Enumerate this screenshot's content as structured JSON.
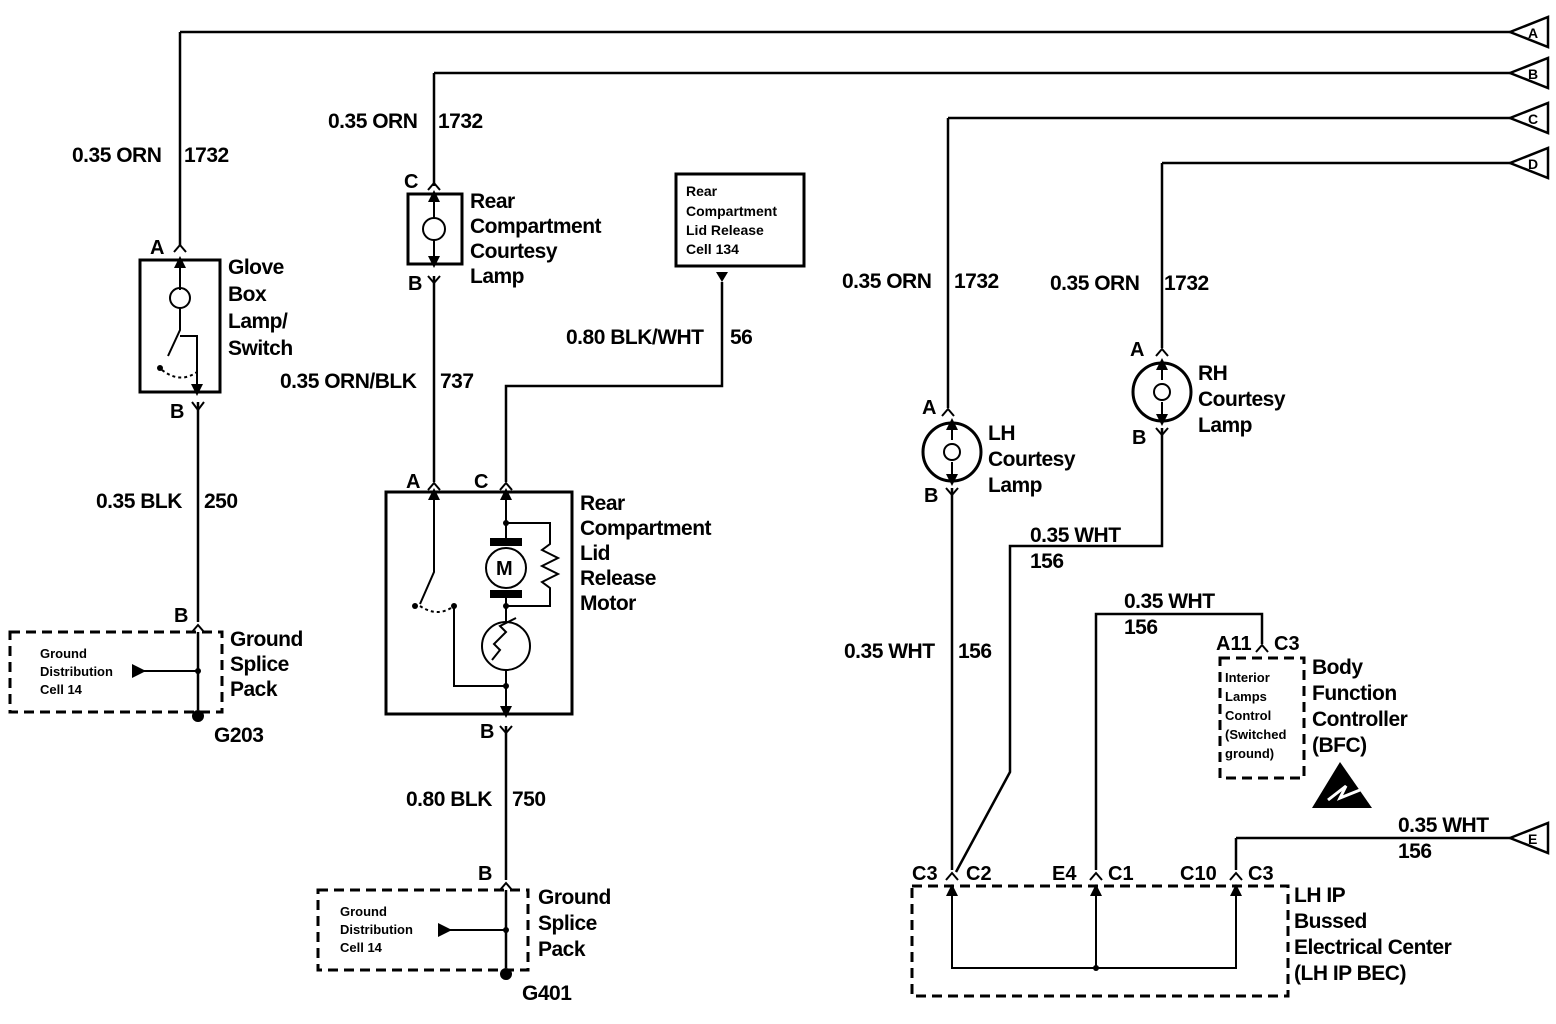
{
  "offpage": {
    "a": "A",
    "b": "B",
    "c": "C",
    "d": "D",
    "e": "E"
  },
  "wires": {
    "w1": "0.35 ORN",
    "n1": "1732",
    "w2": "0.35 ORN",
    "n2": "1732",
    "w3": "0.35 BLK",
    "n3": "250",
    "w4": "0.35 ORN/BLK",
    "n4": "737",
    "w5": "0.80 BLK/WHT",
    "n5": "56",
    "w6": "0.80 BLK",
    "n6": "750",
    "w7": "0.35 ORN",
    "n7": "1732",
    "w8": "0.35 ORN",
    "n8": "1732",
    "w9": "0.35 WHT",
    "n9": "156",
    "w10": "0.35 WHT",
    "n10": "156",
    "w11": "0.35 WHT",
    "n11": "156",
    "w12": "0.35 WHT",
    "n12": "156"
  },
  "components": {
    "glovebox": [
      "Glove",
      "Box",
      "Lamp/",
      "Switch"
    ],
    "rear_lamp": [
      "Rear",
      "Compartment",
      "Courtesy",
      "Lamp"
    ],
    "release_ref": [
      "Rear",
      "Compartment",
      "Lid Release",
      "Cell 134"
    ],
    "motor": [
      "Rear",
      "Compartment",
      "Lid",
      "Release",
      "Motor"
    ],
    "motor_symbol": "M",
    "splice1": [
      "Ground",
      "Splice",
      "Pack"
    ],
    "splice1_ref": [
      "Ground",
      "Distribution",
      "Cell 14"
    ],
    "g1": "G203",
    "splice2": [
      "Ground",
      "Splice",
      "Pack"
    ],
    "splice2_ref": [
      "Ground",
      "Distribution",
      "Cell 14"
    ],
    "g2": "G401",
    "lh_lamp": [
      "LH",
      "Courtesy",
      "Lamp"
    ],
    "rh_lamp": [
      "RH",
      "Courtesy",
      "Lamp"
    ],
    "bfc": [
      "Body",
      "Function",
      "Controller",
      "(BFC)"
    ],
    "bfc_inner": [
      "Interior",
      "Lamps",
      "Control",
      "(Switched",
      "ground)"
    ],
    "bec": [
      "LH IP",
      "Bussed",
      "Electrical Center",
      "(LH IP BEC)"
    ]
  },
  "pins": {
    "gb_a": "A",
    "gb_b": "B",
    "rl_c": "C",
    "rl_b": "B",
    "m_a": "A",
    "m_c": "C",
    "m_b": "B",
    "s1_b": "B",
    "s2_b": "B",
    "lh_a": "A",
    "lh_b": "B",
    "rh_a": "A",
    "rh_b": "B",
    "bfc_a11": "A11",
    "bfc_c3": "C3",
    "bec_c3a": "C3",
    "bec_c2": "C2",
    "bec_e4": "E4",
    "bec_c1": "C1",
    "bec_c10": "C10",
    "bec_c3b": "C3"
  }
}
